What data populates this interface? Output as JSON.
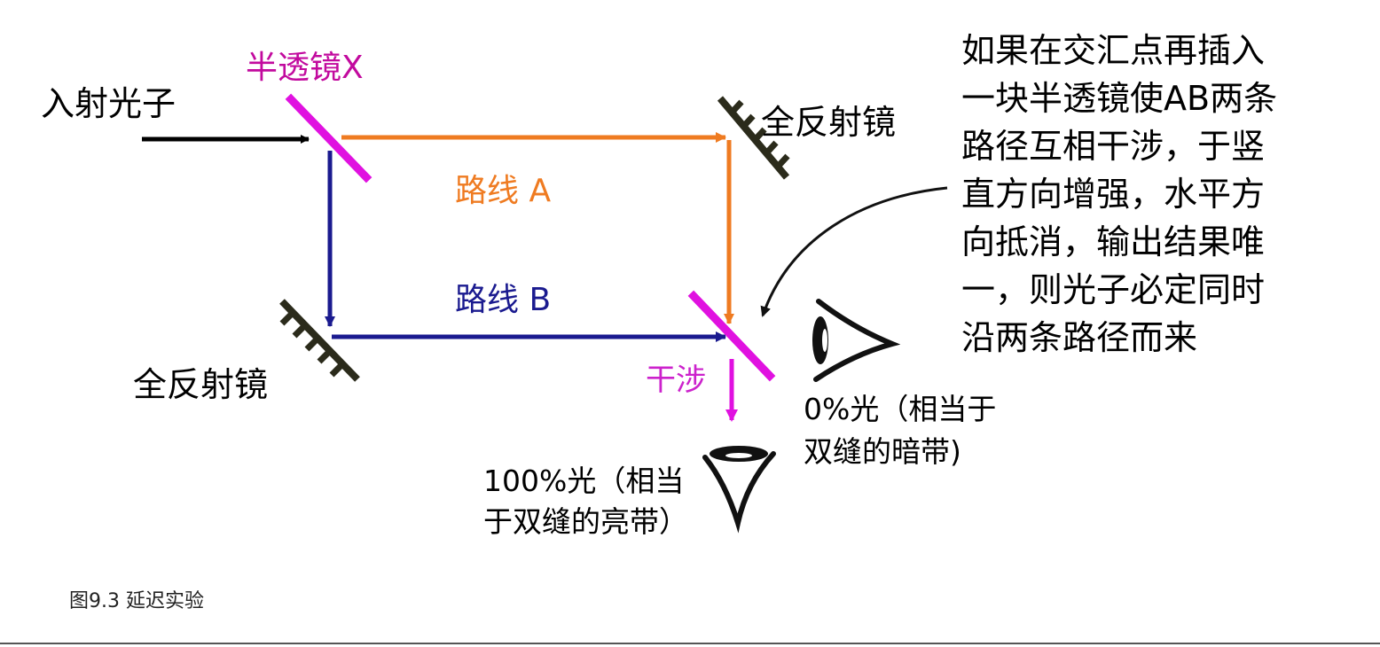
{
  "labels": {
    "mirror_x": "半透镜X",
    "incident_photon": "入射光子",
    "full_mirror_top": "全反射镜",
    "full_mirror_bottom": "全反射镜",
    "route_a": "路线 A",
    "route_b": "路线 B",
    "interference": "干涉",
    "zero_light": [
      "0%光（相当于",
      "双缝的暗带)"
    ],
    "hundred_light": [
      "100%光（相当",
      "于双缝的亮带）"
    ]
  },
  "note": [
    "如果在交汇点再插入",
    "一块半透镜使AB两条",
    "路径互相干涉，于竖",
    "直方向增强，水平方",
    "向抵消，输出结果唯",
    "一，则光子必定同时",
    "沿两条路径而来"
  ],
  "caption": "图9.3 延迟实验",
  "colors": {
    "route_a": "#ef7b21",
    "route_b": "#1a1a8f",
    "half_mirror": "#e011e0",
    "full_mirror": "#2b2b1b",
    "incident": "#000000"
  }
}
